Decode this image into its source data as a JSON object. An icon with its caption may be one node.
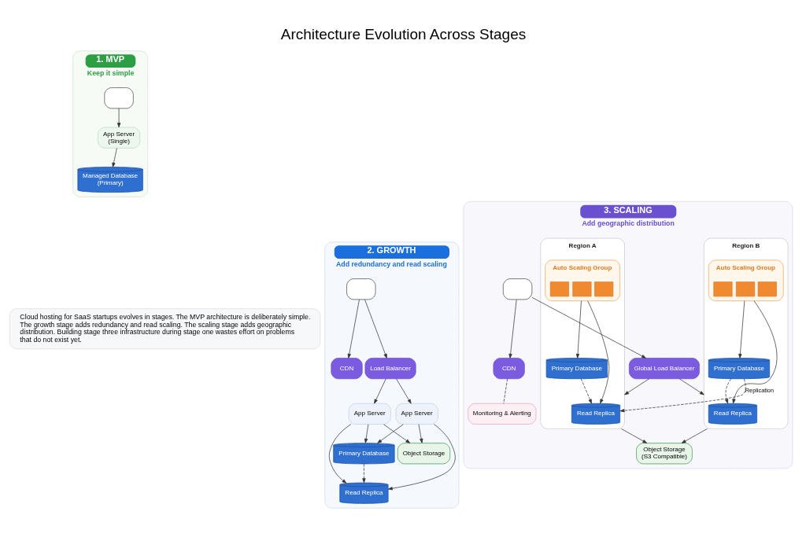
{
  "diagram": {
    "title": "Architecture Evolution Across Stages",
    "nodes": [
      {
        "text": [
          "1. MVP",
          "Keep it simple"
        ]
      },
      {
        "text": [],
        "shape": "box",
        "in": 0
      },
      {
        "text": [
          "App Server",
          "(Single)"
        ],
        "in": 0
      },
      {
        "text": [
          "Managed Database",
          "(Primary)"
        ],
        "in": 0
      },
      {
        "text": [
          "2. GROWTH",
          "Add redundancy and read scaling"
        ]
      },
      {
        "text": [],
        "shape": "box",
        "in": 4
      },
      {
        "text": [
          "CDN"
        ],
        "in": 4
      },
      {
        "text": [
          "Load Balancer"
        ],
        "in": 4
      },
      {
        "text": [
          "App Server"
        ],
        "in": 4
      },
      {
        "text": [
          "App Server"
        ],
        "in": 4
      },
      {
        "text": [
          "Primary Database"
        ],
        "in": 4
      },
      {
        "text": [
          "Read Replica"
        ],
        "in": 4
      },
      {
        "text": [
          "Object Storage"
        ],
        "in": 4
      },
      {
        "text": [
          "3. SCALING",
          "Add geographic distribution"
        ]
      },
      {
        "text": [],
        "shape": "box",
        "in": 13
      },
      {
        "text": [
          "CDN"
        ],
        "in": 13
      },
      {
        "text": [
          "Monitoring & Alerting"
        ],
        "in": 13
      },
      {
        "text": [
          "Global Load Balancer"
        ],
        "in": 13
      },
      {
        "text": [
          "Region A"
        ],
        "in": 13
      },
      {
        "text": [
          "Auto Scaling Group"
        ],
        "in": 18
      },
      {
        "text": [],
        "shape": "box",
        "in": 19
      },
      {
        "text": [],
        "shape": "box",
        "in": 19
      },
      {
        "text": [],
        "shape": "box",
        "in": 19
      },
      {
        "text": [
          "Primary Database"
        ],
        "in": 18
      },
      {
        "text": [
          "Read Replica"
        ],
        "in": 18
      },
      {
        "text": [
          "Region B"
        ],
        "in": 13
      },
      {
        "text": [
          "Auto Scaling Group"
        ],
        "in": 25
      },
      {
        "text": [],
        "shape": "box",
        "in": 26
      },
      {
        "text": [],
        "shape": "box",
        "in": 26
      },
      {
        "text": [],
        "shape": "box",
        "in": 26
      },
      {
        "text": [
          "Primary Database"
        ],
        "in": 25
      },
      {
        "text": [
          "Read Replica"
        ],
        "in": 25
      },
      {
        "text": [
          "Object Storage",
          "(S3 Compatible)"
        ],
        "in": 13
      }
    ],
    "edges": [
      {
        "from": 1,
        "to": 2,
        "arrow": "to"
      },
      {
        "from": 2,
        "to": 3,
        "arrow": "to"
      },
      {
        "from": 5,
        "to": 6,
        "arrow": "to"
      },
      {
        "from": 5,
        "to": 7,
        "arrow": "to"
      },
      {
        "from": 7,
        "to": 8,
        "arrow": "to"
      },
      {
        "from": 7,
        "to": 9,
        "arrow": "to"
      },
      {
        "from": 8,
        "to": 10,
        "arrow": "to"
      },
      {
        "from": 8,
        "to": 11,
        "arrow": "to"
      },
      {
        "from": 8,
        "to": 12,
        "arrow": "to"
      },
      {
        "from": 9,
        "to": 10,
        "arrow": "to"
      },
      {
        "from": 9,
        "to": 11,
        "arrow": "to"
      },
      {
        "from": 9,
        "to": 12,
        "arrow": "to"
      },
      {
        "from": 10,
        "to": 11,
        "arrow": "to",
        "style": "dashed"
      },
      {
        "from": 14,
        "to": 15,
        "arrow": "to"
      },
      {
        "from": 14,
        "to": 17,
        "arrow": "to"
      },
      {
        "from": 15,
        "to": 16,
        "arrow": "none",
        "style": "dashed"
      },
      {
        "from": 17,
        "to": 18,
        "arrow": "to"
      },
      {
        "from": 17,
        "to": 25,
        "arrow": "to"
      },
      {
        "from": 19,
        "to": 23,
        "arrow": "to"
      },
      {
        "from": 19,
        "to": 24,
        "arrow": "to"
      },
      {
        "from": 23,
        "to": 24,
        "arrow": "to",
        "style": "dashed"
      },
      {
        "from": 26,
        "to": 30,
        "arrow": "to"
      },
      {
        "from": 26,
        "to": 31,
        "arrow": "to"
      },
      {
        "from": 30,
        "to": 24,
        "arrow": "to",
        "style": "dashed",
        "label": "Replication"
      },
      {
        "from": 30,
        "to": 31,
        "arrow": "to",
        "style": "dashed"
      },
      {
        "from": 18,
        "to": 32,
        "arrow": "to"
      },
      {
        "from": 25,
        "to": 32,
        "arrow": "to"
      }
    ],
    "labels": [
      "Cloud hosting for SaaS startups evolves in stages. The MVP architecture is deliberately simple. The growth stage adds redundancy and read scaling. The scaling stage adds geographic distribution. Building stage three infrastructure during stage one wastes effort on problems that do not exist yet."
    ]
  }
}
